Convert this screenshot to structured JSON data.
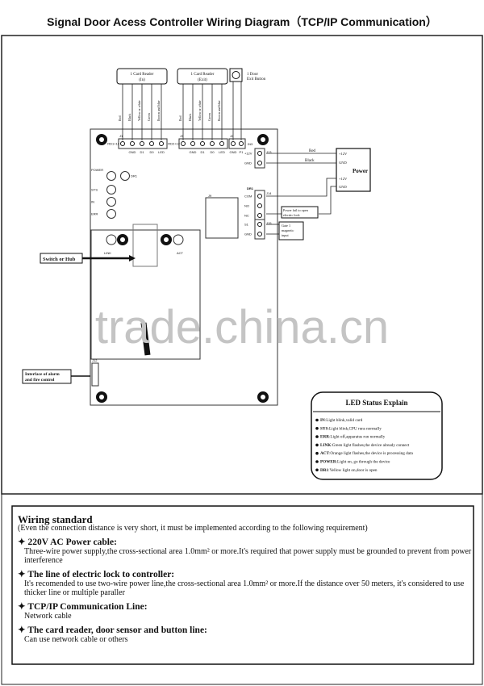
{
  "title": "Signal Door Acess Controller Wiring Diagram（TCP/IP  Communication）",
  "readers": [
    {
      "label": "1 Card Reader",
      "sub": "(In)",
      "connector": "J1",
      "pins": [
        "RD1+12",
        "GND",
        "D1",
        "D0",
        "LED"
      ]
    },
    {
      "label": "1 Card Reader",
      "sub": "(Exit)",
      "connector": "J3",
      "pins": [
        "RD2+12",
        "GND",
        "D1",
        "D0",
        "LED"
      ]
    }
  ],
  "wire_colors": [
    "Red",
    "Black",
    "Yellow or white",
    "Green",
    "Brown and blue"
  ],
  "exit_button": {
    "line1": "1 Door",
    "line2": "Exit Button",
    "connector": "J2",
    "pins": [
      "GND",
      "P1"
    ],
    "tag": "IN3"
  },
  "power": {
    "label": "Power",
    "terms": [
      "+12V",
      "GND",
      "+12V",
      "GND"
    ],
    "connector": "J13",
    "pins": [
      "+12V",
      "GND"
    ],
    "wires": [
      "Red",
      "Black"
    ]
  },
  "relay": {
    "tag": "DR1",
    "connector": "J14",
    "pins": [
      "COM",
      "NO",
      "NC"
    ],
    "lock_label": [
      "Power fail to open",
      "electric lock"
    ],
    "relay_id": "J9"
  },
  "gate": {
    "connector": "J15",
    "pins": [
      "S1",
      "GND"
    ],
    "label": [
      "Gate 1",
      "magnetic",
      "input"
    ]
  },
  "leds": [
    "POWER",
    "SYS",
    "IN",
    "ERR",
    "DR1"
  ],
  "net_leds": [
    "LINK",
    "ACT"
  ],
  "switch_label": "Switch or Hub",
  "alarm_label": [
    "Interface of alarm",
    "and fire control"
  ],
  "alarm_connector": "J12",
  "watermark": "trade.china.cn",
  "led_status": {
    "title": "LED Status Explain",
    "items": [
      {
        "k": "IN",
        "v": ":Light blink,valid card"
      },
      {
        "k": "SYS",
        "v": ":Light blink,CPU runs normally"
      },
      {
        "k": "ERR",
        "v": ":Light off,apparatus run normally"
      },
      {
        "k": "LINK",
        "v": ":Green light flashes,the device already connect"
      },
      {
        "k": "ACT",
        "v": ":Orange light flashes,the device is processing data"
      },
      {
        "k": "POWER",
        "v": ":Light on, go through the device"
      },
      {
        "k": "DR1",
        "v": ":Yellow light on,door is open"
      }
    ]
  },
  "wiring": {
    "title": "Wiring standard",
    "note": "(Even the connection distance  is very short, it must be implemented  according to the following requirement)",
    "items": [
      {
        "h": "220V AC Power cable:",
        "b": "Three-wire power supply,the cross-sectional area 1.0mm² or more.It's required that power supply must be grounded to prevent from power interference"
      },
      {
        "h": "The line of electric lock to controller:",
        "b": "It's recomended to use two-wire power line,the cross-sectional area 1.0mm²  or more.If the distance over 50 meters, it's considered to use  thicker line or multiple paraller"
      },
      {
        "h": "TCP/IP  Communication Line:",
        "b": "Network cable"
      },
      {
        "h": "The card reader, door sensor and button line:",
        "b": "Can use network cable or others"
      }
    ]
  }
}
